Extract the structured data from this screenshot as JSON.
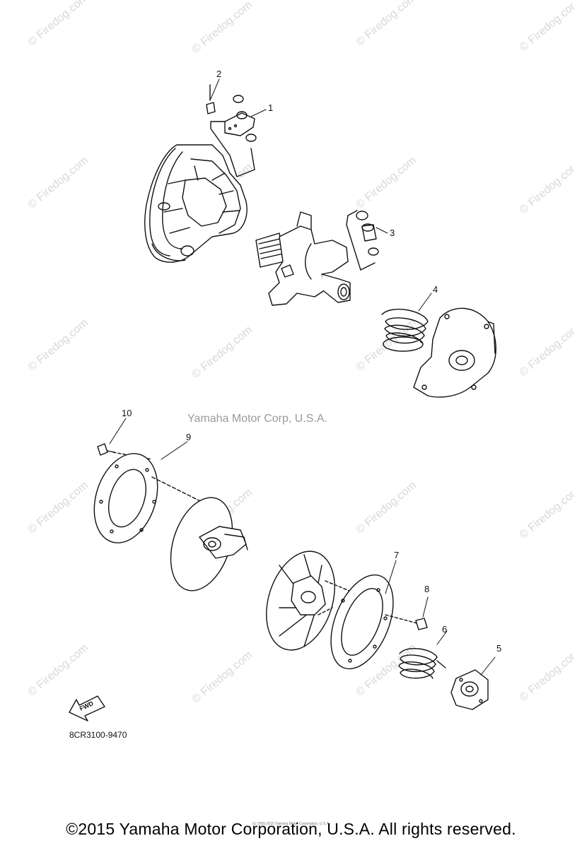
{
  "watermark": "© Firedog.com",
  "center_watermark": "Yamaha Motor Corp, U.S.A.",
  "callouts": [
    "1",
    "2",
    "3",
    "4",
    "5",
    "6",
    "7",
    "8",
    "9",
    "10"
  ],
  "part_code": "8CR3100-9470",
  "fwd_arrow_label": "FWD",
  "copyright": "©2015 Yamaha Motor Corporation, U.S.A. All rights reserved.",
  "copyright_small": "(c) 2005-2015 Yamaha Motor Corporation, U.S.A.",
  "colors": {
    "line": "#111111",
    "watermark": "#d8d8d8",
    "background": "#ffffff"
  }
}
